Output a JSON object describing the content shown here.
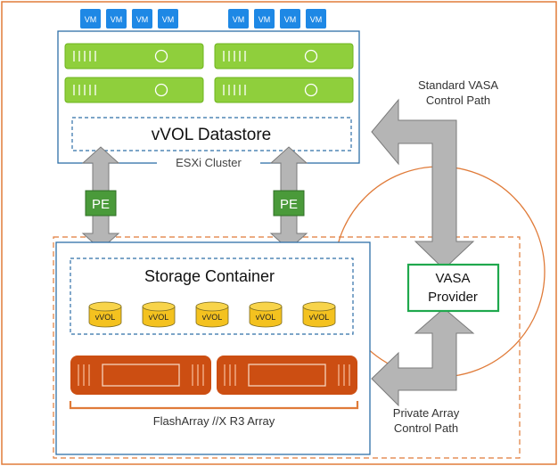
{
  "colors": {
    "outer_border": "#e07b39",
    "cluster_border": "#2e6fa8",
    "vm_fill": "#1e88e5",
    "server_fill": "#8fcf3c",
    "server_dark": "#6db41e",
    "pe_fill": "#4a9a3a",
    "vvol_fill": "#f4c21f",
    "array_fill": "#cc4e12",
    "provider_border": "#1fa84d",
    "arrow_fill": "#b5b5b5",
    "arrow_stroke": "#7a7a7a"
  },
  "vms": {
    "label": "VM",
    "groups": 2,
    "per_group": 4
  },
  "esxi": {
    "datastore_label": "vVOL Datastore",
    "cluster_label": "ESXi Cluster",
    "server_count": 4
  },
  "pe": {
    "label": "PE",
    "count": 2
  },
  "storage": {
    "container_label": "Storage Container",
    "vvol_label": "vVOL",
    "vvol_count": 5
  },
  "array": {
    "label": "FlashArray //X R3 Array",
    "controller_count": 2
  },
  "vasa": {
    "provider_line1": "VASA",
    "provider_line2": "Provider",
    "standard_path_line1": "Standard VASA",
    "standard_path_line2": "Control Path",
    "private_path_line1": "Private Array",
    "private_path_line2": "Control Path"
  }
}
